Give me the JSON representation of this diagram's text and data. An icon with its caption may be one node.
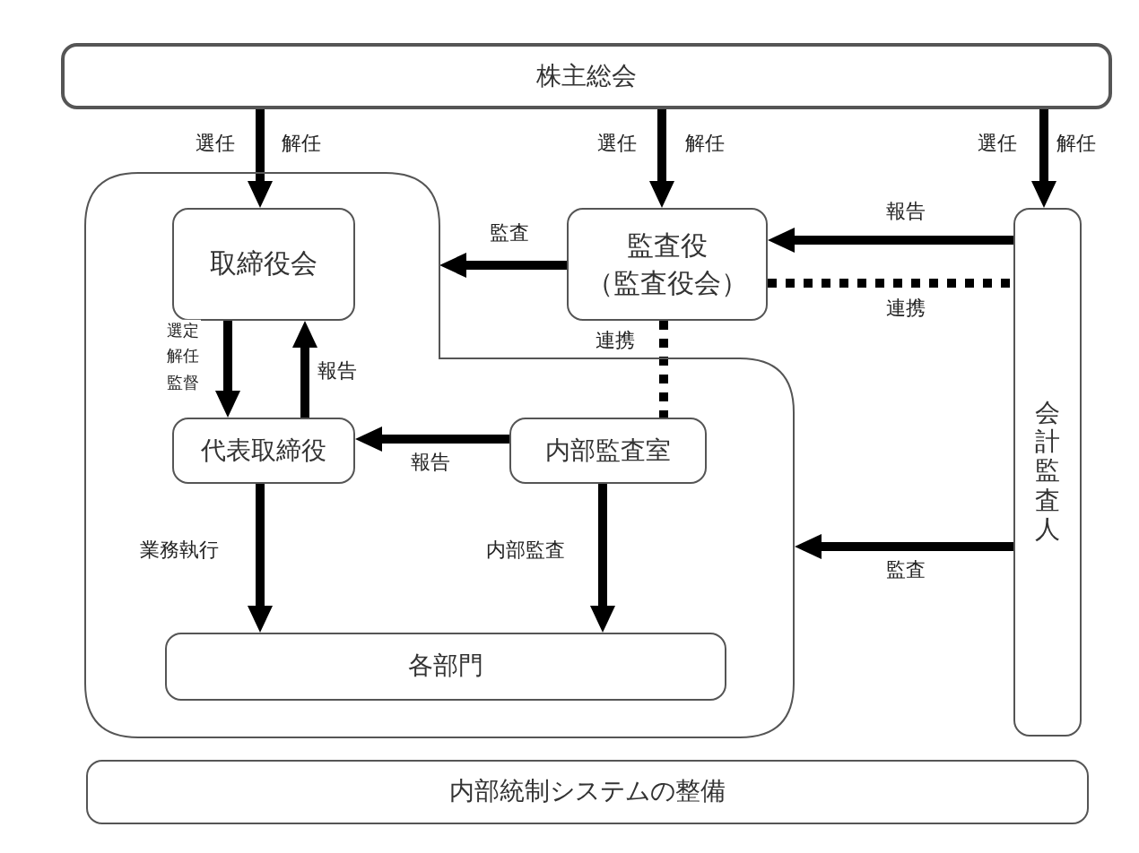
{
  "diagram": {
    "nodes": [
      {
        "text": [
          "株主総会"
        ]
      },
      {
        "text": [],
        "shape": "box"
      },
      {
        "text": [
          "取締役会"
        ],
        "in": 1
      },
      {
        "text": [
          "監査役",
          "（監査役会）"
        ]
      },
      {
        "text": [
          "会計監査人"
        ]
      },
      {
        "text": [
          "代表取締役"
        ],
        "in": 1
      },
      {
        "text": [
          "内部監査室"
        ],
        "in": 1
      },
      {
        "text": [
          "各部門"
        ],
        "in": 1
      },
      {
        "text": [
          "内部統制システムの整備"
        ]
      }
    ],
    "edges": [
      {
        "from": 0,
        "to": 2,
        "arrow": "to",
        "label": "選任"
      },
      {
        "from": 0,
        "to": 3,
        "arrow": "to",
        "label": "選任"
      },
      {
        "from": 0,
        "to": 4,
        "arrow": "to",
        "label": "選任"
      },
      {
        "from": 3,
        "to": 1,
        "arrow": "to",
        "label": "監査"
      },
      {
        "from": 4,
        "to": 3,
        "arrow": "to",
        "label": "報告"
      },
      {
        "from": 3,
        "to": 4,
        "arrow": "none",
        "label": "連携",
        "style": "dashed"
      },
      {
        "from": 3,
        "to": 6,
        "arrow": "none",
        "label": "連携",
        "style": "dashed"
      },
      {
        "from": 2,
        "to": 5,
        "arrow": "to",
        "label": "選定解任監督"
      },
      {
        "from": 5,
        "to": 2,
        "arrow": "to",
        "label": "報告"
      },
      {
        "from": 6,
        "to": 5,
        "arrow": "to",
        "label": "報告"
      },
      {
        "from": 5,
        "to": 7,
        "arrow": "to",
        "label": "業務執行"
      },
      {
        "from": 6,
        "to": 7,
        "arrow": "to",
        "label": "内部監査"
      },
      {
        "from": 4,
        "to": 1,
        "arrow": "to",
        "label": "監査"
      }
    ],
    "labels": [
      "解任",
      "解任",
      "解任"
    ]
  }
}
